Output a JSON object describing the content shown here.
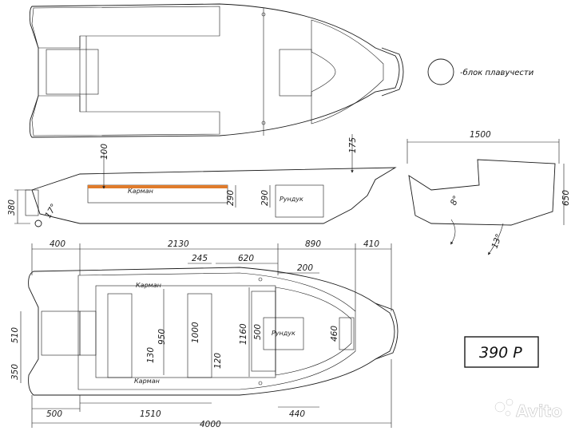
{
  "legend": {
    "text": "-блок плавучести"
  },
  "model_label": "390 Р",
  "watermark": "Avito",
  "side_view": {
    "dims": {
      "depth": "380",
      "angle": "17°",
      "top": "100",
      "carman_height": "290",
      "trunk_height": "290",
      "bow_height": "175"
    },
    "labels": {
      "carman": "Карман",
      "trunk": "Рундук"
    }
  },
  "section_view": {
    "dims": {
      "width": "1500",
      "height": "650",
      "angle_a": "8°",
      "angle_b": "13°"
    }
  },
  "plan_view": {
    "dims": {
      "stern": "400",
      "main": "2130",
      "bow": "890",
      "nose": "410",
      "seat_w": "245",
      "mid_span": "620",
      "bow_deck": "200",
      "transom_w": "510",
      "transom_side": "350",
      "aft_cockpit": "500",
      "mid_len": "1510",
      "total": "4000",
      "trunk_len": "440",
      "seat_h": "130",
      "width_950": "950",
      "width_1000": "1000",
      "width_120": "120",
      "width_1160": "1160",
      "width_500": "500",
      "width_460": "460"
    },
    "labels": {
      "carman_top": "Карман",
      "carman_bottom": "Карман",
      "trunk": "Рундук"
    }
  }
}
